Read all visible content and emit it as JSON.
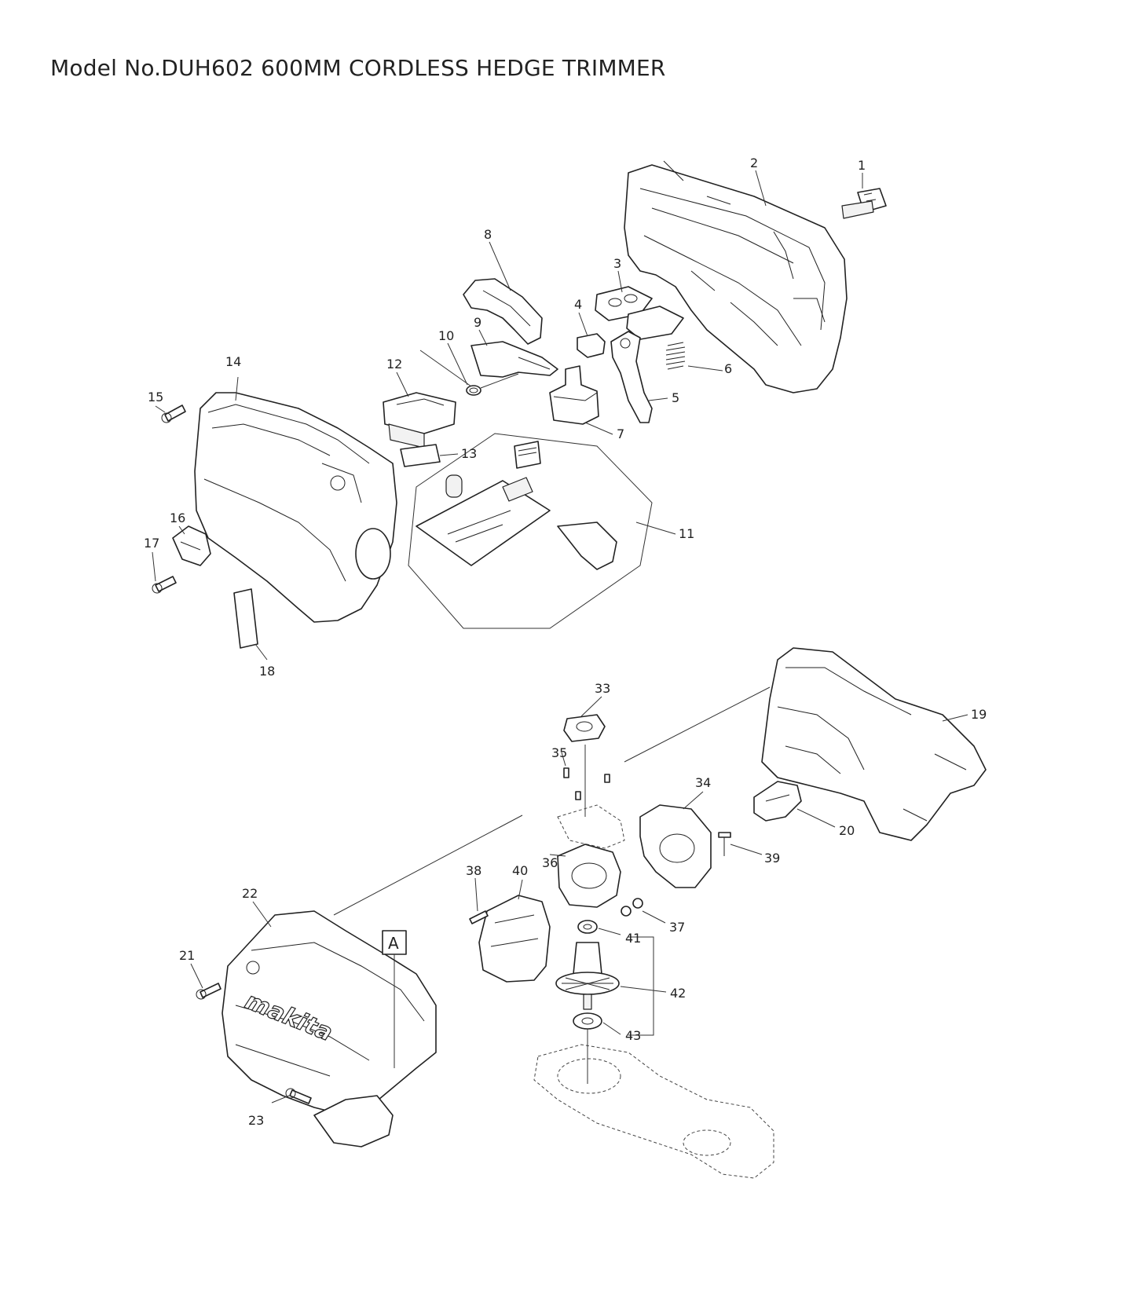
{
  "title": "Model No.DUH602 600MM CORDLESS HEDGE TRIMMER",
  "callout": "A",
  "logo_text": "makita",
  "labels": [
    "1",
    "2",
    "3",
    "4",
    "5",
    "6",
    "7",
    "8",
    "9",
    "10",
    "11",
    "12",
    "13",
    "14",
    "15",
    "16",
    "17",
    "18",
    "19",
    "20",
    "21",
    "22",
    "23",
    "33",
    "34",
    "35",
    "36",
    "37",
    "38",
    "39",
    "40",
    "41",
    "42",
    "43"
  ]
}
